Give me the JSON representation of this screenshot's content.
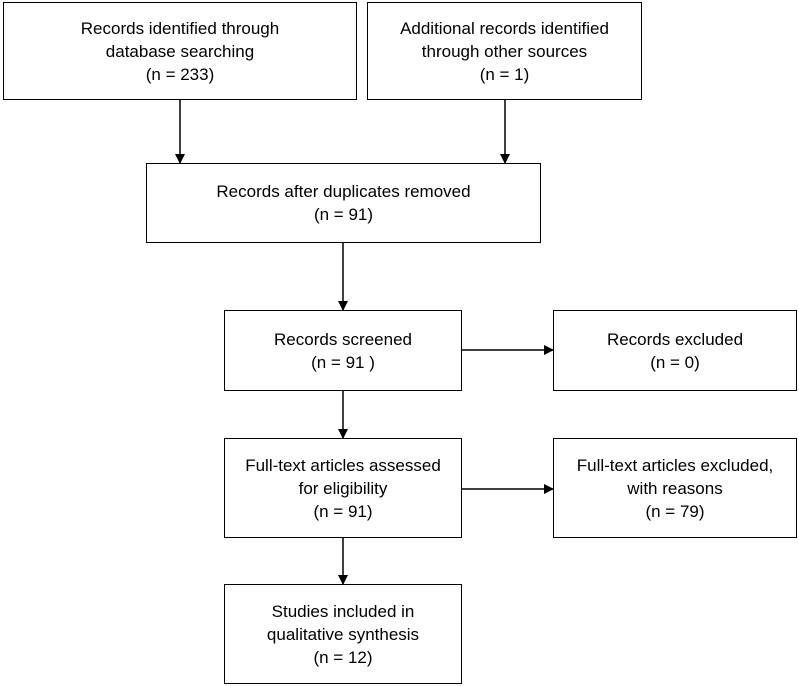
{
  "boxes": {
    "identified_db": {
      "lines": [
        "Records identified through",
        "database searching",
        "(n = 233)"
      ]
    },
    "identified_other": {
      "lines": [
        "Additional records identified",
        "through other sources",
        "(n = 1)"
      ]
    },
    "after_duplicates": {
      "lines": [
        "Records after duplicates removed",
        "(n = 91)"
      ]
    },
    "screened": {
      "lines": [
        "Records screened",
        "(n = 91 )"
      ]
    },
    "excluded": {
      "lines": [
        "Records excluded",
        "(n = 0)"
      ]
    },
    "fulltext_assessed": {
      "lines": [
        "Full-text articles assessed",
        "for eligibility",
        "(n = 91)"
      ]
    },
    "fulltext_excluded": {
      "lines": [
        "Full-text articles excluded,",
        "with reasons",
        "(n = 79)"
      ]
    },
    "included": {
      "lines": [
        "Studies included in",
        "qualitative synthesis",
        "(n = 12)"
      ]
    }
  },
  "colors": {
    "line": "#000000",
    "background": "#ffffff"
  }
}
